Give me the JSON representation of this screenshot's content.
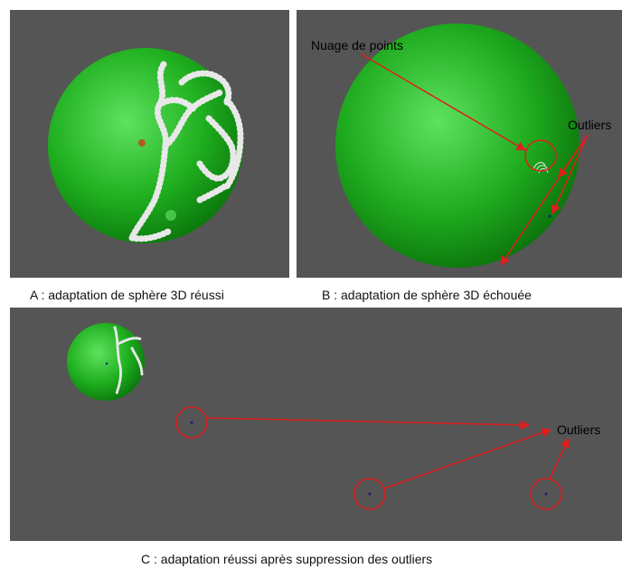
{
  "panels": {
    "a": {
      "caption": "A : adaptation de sphère 3D réussi"
    },
    "b": {
      "caption": "B : adaptation de sphère 3D échouée",
      "label_point_cloud": "Nuage de points",
      "label_outliers": "Outliers"
    },
    "c": {
      "caption": "C : adaptation réussi après suppression des outliers",
      "label_outliers": "Outliers"
    }
  },
  "colors": {
    "background": "#555555",
    "sphere": "#22b422",
    "annotation": "#e01e1e",
    "point_cloud": "#e8e8e8"
  }
}
